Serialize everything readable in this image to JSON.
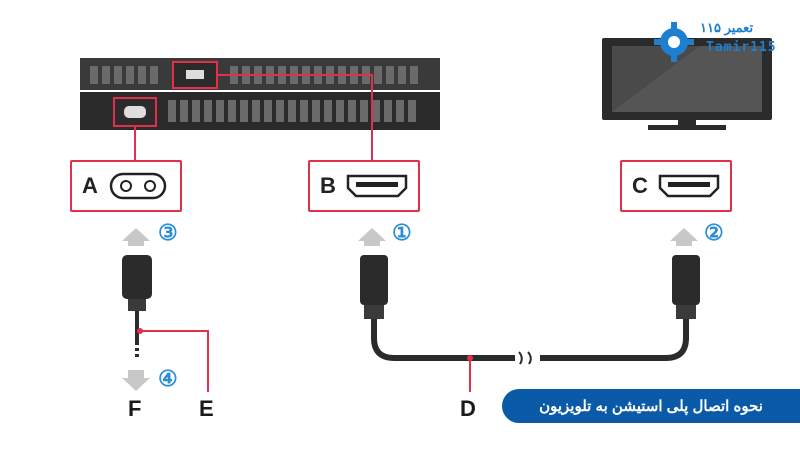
{
  "logo": {
    "name_fa": "تعمیر ۱۱۵",
    "name_en": "Tamir115"
  },
  "labels": {
    "A": "A",
    "B": "B",
    "C": "C",
    "D": "D",
    "E": "E",
    "F": "F"
  },
  "steps": {
    "s1": "①",
    "s2": "②",
    "s3": "③",
    "s4": "④"
  },
  "banner": {
    "title": "نحوه اتصال پلی استیشن به تلویزیون"
  },
  "colors": {
    "highlight": "#e0304a",
    "step_blue": "#2a8fd6",
    "banner_bg": "#0a5aa8",
    "device_dark": "#2b2b2b",
    "arrow_gray": "#c8c8c8"
  }
}
